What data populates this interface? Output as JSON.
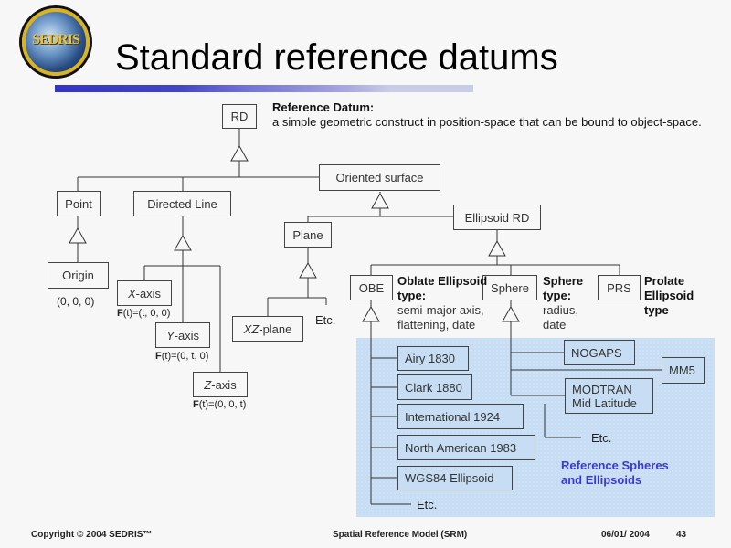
{
  "header": {
    "logo_text": "SEDRIS",
    "title": "Standard reference datums"
  },
  "definition": {
    "heading": "Reference Datum:",
    "text": "a simple geometric construct in position-space that can be bound to object-space."
  },
  "nodes": {
    "rd": "RD",
    "oriented_surface": "Oriented surface",
    "point": "Point",
    "directed_line": "Directed Line",
    "plane": "Plane",
    "ellipsoid_rd": "Ellipsoid RD",
    "origin": "Origin",
    "x_axis_italic": "X",
    "x_axis_rest": "-axis",
    "y_axis_italic": "Y",
    "y_axis_rest": "-axis",
    "z_axis_italic": "Z",
    "z_axis_rest": "-axis",
    "xz_plane_italic": "XZ",
    "xz_plane_rest": "-plane",
    "obe": "OBE",
    "sphere": "Sphere",
    "prs": "PRS"
  },
  "annotations": {
    "origin_coords": "(0, 0, 0)",
    "x_axis_fn_bold": "F",
    "x_axis_fn": "(t)=(t, 0, 0)",
    "y_axis_fn_bold": "F",
    "y_axis_fn": "(t)=(0, t, 0)",
    "z_axis_fn_bold": "F",
    "z_axis_fn": "(t)=(0, 0, t)",
    "plane_etc": "Etc.",
    "obe_title": "Oblate Ellipsoid type:",
    "obe_params": "semi-major axis, flattening, date",
    "sphere_title": "Sphere type:",
    "sphere_params": "radius, date",
    "prs_title": "Prolate Ellipsoid type"
  },
  "ellipsoids": {
    "items": [
      "Airy 1830",
      "Clark 1880",
      "International 1924",
      "North American 1983",
      "WGS84 Ellipsoid"
    ],
    "etc": "Etc."
  },
  "spheres": {
    "nogaps": "NOGAPS",
    "mm5": "MM5",
    "modtran_line1": "MODTRAN",
    "modtran_line2": "Mid Latitude",
    "etc": "Etc."
  },
  "panel_caption": {
    "line1": "Reference Spheres",
    "line2": "and Ellipsoids"
  },
  "footer": {
    "copyright": "Copyright © 2004 SEDRIS™",
    "center": "Spatial Reference Model (SRM)",
    "date": "06/01/ 2004",
    "page": "43"
  },
  "colors": {
    "panel_bg": "#c6ddf3",
    "caption": "#3a3ad0",
    "title_bar_start": "#3434c8"
  }
}
